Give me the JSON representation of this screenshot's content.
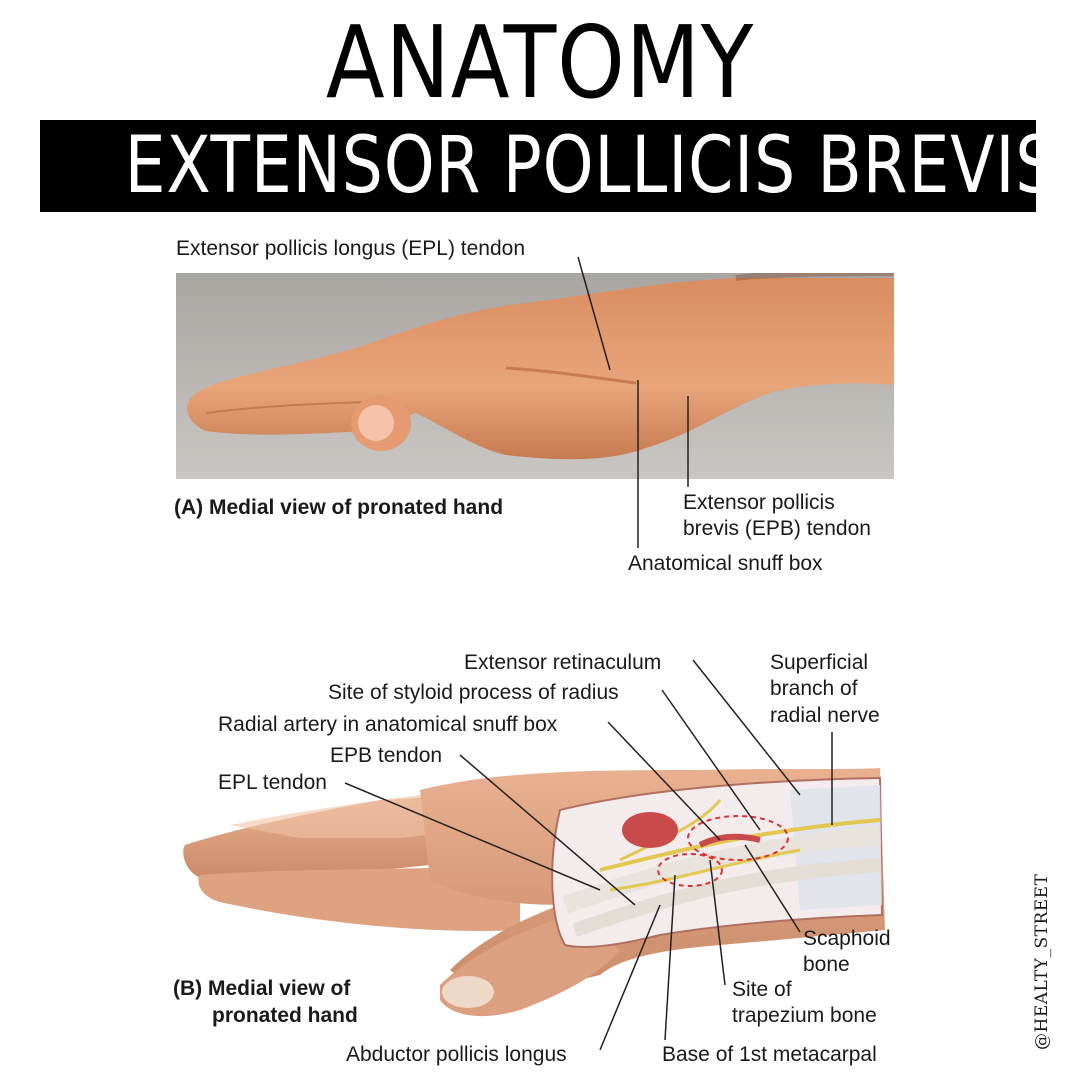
{
  "title": "ANATOMY",
  "subtitle": "EXTENSOR POLLICIS BREVIS",
  "panel_a": {
    "caption": "(A) Medial view of pronated hand",
    "labels": {
      "epl_tendon": "Extensor pollicis longus (EPL) tendon",
      "epb_tendon_line1": "Extensor pollicis",
      "epb_tendon_line2": "brevis (EPB) tendon",
      "snuff_box": "Anatomical snuff box"
    }
  },
  "panel_b": {
    "caption_line1": "(B) Medial view of",
    "caption_line2": "pronated hand",
    "labels": {
      "extensor_retinaculum": "Extensor retinaculum",
      "styloid": "Site of styloid process of radius",
      "radial_artery": "Radial artery in anatomical snuff box",
      "epb": "EPB tendon",
      "epl": "EPL tendon",
      "superficial_line1": "Superficial",
      "superficial_line2": "branch of",
      "superficial_line3": "radial nerve",
      "scaphoid_line1": "Scaphoid",
      "scaphoid_line2": "bone",
      "trapezium_line1": "Site of",
      "trapezium_line2": "trapezium bone",
      "abductor": "Abductor pollicis longus",
      "base_metacarpal": "Base of 1st metacarpal"
    }
  },
  "watermark": "@HEALTY_STREET",
  "colors": {
    "skin": "#e7a27a",
    "skin_light": "#efc2a4",
    "tendon": "#f0e6dc",
    "nerve": "#e8d060",
    "artery": "#c94a4a"
  }
}
